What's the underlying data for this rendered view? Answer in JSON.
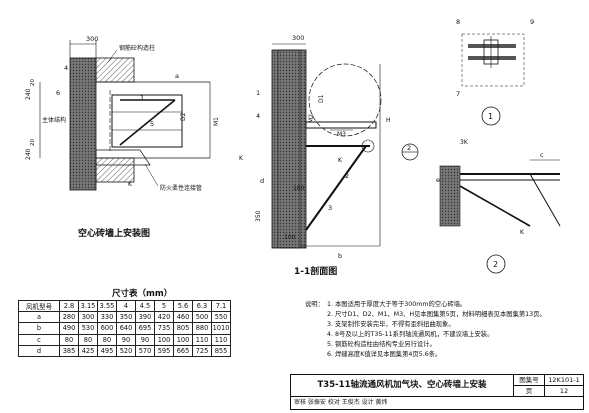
{
  "labels": {
    "dim_300_a": "300",
    "dim_300_b": "300",
    "col_label": "钢筋砼构造柱",
    "struct_label": "主体结构",
    "fire_label": "防火柔性连接管",
    "k_a": "K",
    "k_b": "K",
    "k_c": "K",
    "k_d": "K",
    "d1": "D1",
    "d2": "D2",
    "m1": "M1",
    "m2": "M2",
    "m3": "M3",
    "dim_240_a": "240",
    "dim_240_b": "240",
    "dim_20_a": "20",
    "dim_20_b": "20",
    "dim_350": "350",
    "dim_180": "180",
    "dim_100": "100",
    "dim_a": "a",
    "dim_b": "b",
    "dim_c": "c",
    "dim_d": "d",
    "dim_e": "e",
    "dim_3k": "3K",
    "n1": "1",
    "n2": "2",
    "n3": "3",
    "n4": "4",
    "n5": "5",
    "n6": "6",
    "n7": "7",
    "n8": "8",
    "n9": "9",
    "detail_1": "1",
    "detail_2": "2",
    "plan_title": "空心砖墙上安装图",
    "section_title": "1-1剖面图"
  },
  "dim_table": {
    "title": "尺寸表（mm）",
    "header": "风机型号",
    "models": [
      "2.8",
      "3.15",
      "3.55",
      "4",
      "4.5",
      "5",
      "5.6",
      "6.3",
      "7.1"
    ],
    "rows": [
      {
        "name": "a",
        "values": [
          "280",
          "300",
          "330",
          "350",
          "390",
          "420",
          "460",
          "500",
          "550"
        ]
      },
      {
        "name": "b",
        "values": [
          "490",
          "530",
          "600",
          "640",
          "695",
          "735",
          "805",
          "880",
          "1010"
        ]
      },
      {
        "name": "c",
        "values": [
          "80",
          "80",
          "80",
          "90",
          "90",
          "100",
          "100",
          "110",
          "110"
        ]
      },
      {
        "name": "d",
        "values": [
          "385",
          "425",
          "495",
          "520",
          "570",
          "595",
          "665",
          "725",
          "855"
        ]
      }
    ]
  },
  "notes": {
    "heading": "说明：",
    "items": [
      "1. 本图适用于厚度大于等于300mm的空心砖墙。",
      "2. 尺寸D1、D2、M1、M3、H见本图集第5页，材料明细表见本图集第13页。",
      "3. 支架制作安装完毕，不得有歪斜扭曲现象。",
      "4. 8号及以上的T35-11系列轴流通风机，不建议墙上安装。",
      "5. 钢筋砼构造柱由结构专业另行设计。",
      "6. 焊缝高度K值详见本图集第4页5.6条。"
    ]
  },
  "title_block": {
    "title": "T35-11轴流通风机加气块、空心砖墙上安装",
    "atlas_label": "图集号",
    "atlas_no": "12K101-1",
    "page_label": "页",
    "page_no": "12",
    "signatures": "审核 张振安 校对 王俊杰 设计 黄炜"
  }
}
